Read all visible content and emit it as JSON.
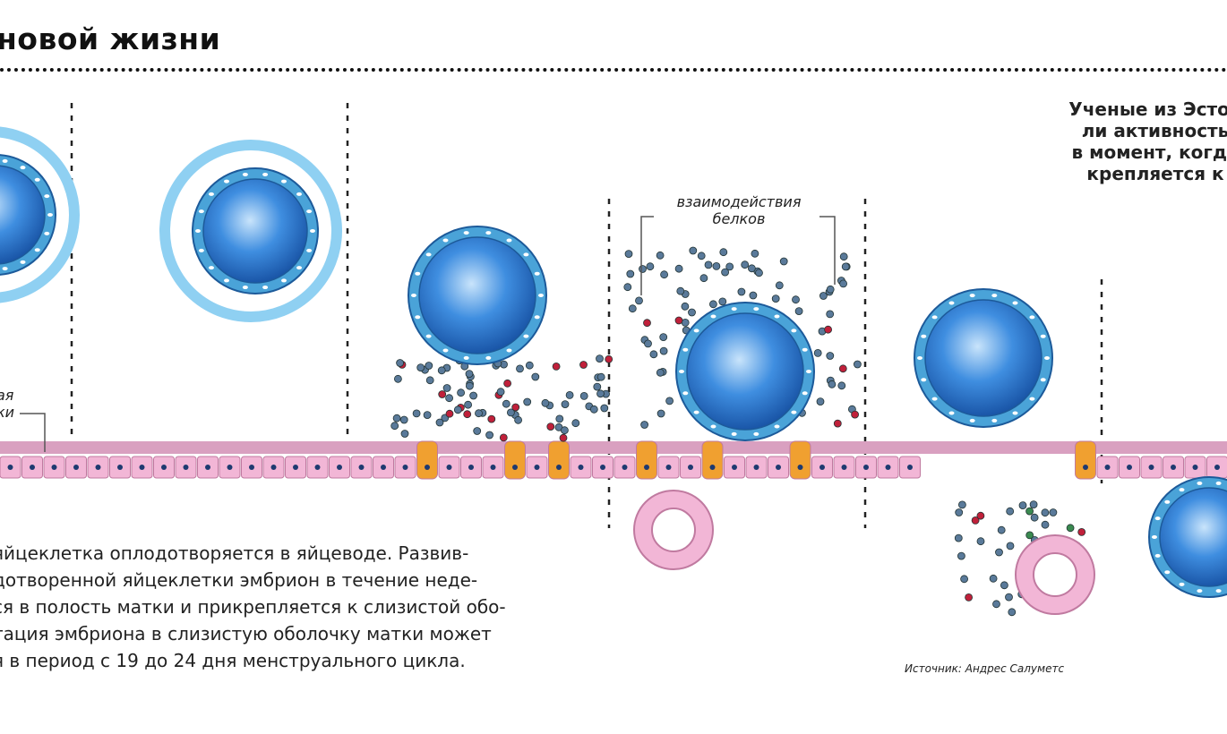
{
  "title": "новой жизни",
  "labels": {
    "left_cut": [
      "ая",
      "ки"
    ],
    "protein_interactions": [
      "взаимодействия",
      "белков"
    ]
  },
  "right_text": [
    "Ученые из Эстон",
    "ли активность",
    "в момент, когда",
    "крепляется к"
  ],
  "body_text": [
    "яйцеклетка оплодотворяется в яйцеводе. Развив-",
    "дотворенной яйцеклетки эмбрион в течение неде-",
    "ся в полость матки и прикрепляется к слизистой обо-",
    "тация эмбриона в слизистую оболочку матки может",
    "я в период с 19 до 24 дня менструального цикла."
  ],
  "source": "Источник: Андрес Салуметс",
  "colors": {
    "embryo": "#2a74c8",
    "cell": "#4aa3d8",
    "epithelium": "#f2b6d6",
    "orange": "#f0a030",
    "halo": "#8fd0f2",
    "red": "#c0203a",
    "yellow": "#f5d020"
  }
}
